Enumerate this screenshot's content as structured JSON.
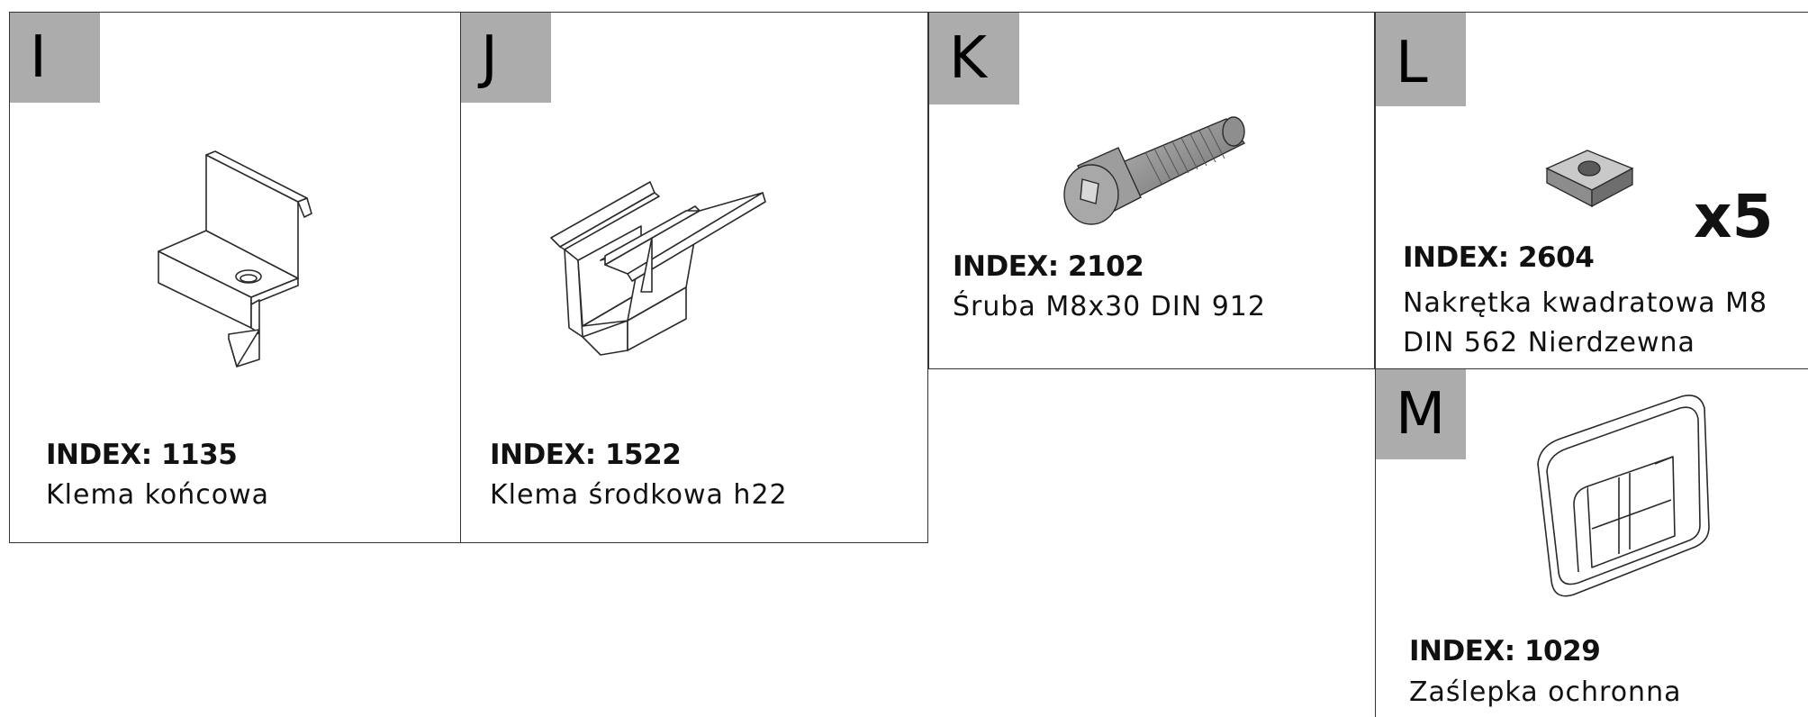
{
  "parts": [
    {
      "letter": "I",
      "index_label": "INDEX:",
      "index_number": "1135",
      "description": [
        "Klema końcowa"
      ]
    },
    {
      "letter": "J",
      "index_label": "INDEX:",
      "index_number": "1522",
      "description": [
        "Klema środkowa h22"
      ]
    },
    {
      "letter": "K",
      "index_label": "INDEX:",
      "index_number": "2102",
      "description": [
        "Śruba M8x30 DIN 912"
      ]
    },
    {
      "letter": "L",
      "index_label": "INDEX:",
      "index_number": "2604",
      "description": [
        "Nakrętka kwadratowa M8",
        "DIN 562 Nierdzewna"
      ],
      "quantity": "x5"
    },
    {
      "letter": "M",
      "index_label": "INDEX:",
      "index_number": "1029",
      "description": [
        "Zaślepka ochronna"
      ]
    }
  ],
  "colors": {
    "letter_tab": "#acacac",
    "border": "#333333",
    "line": "#2a2a2a",
    "bolt_fill": "#8a8a8a"
  }
}
